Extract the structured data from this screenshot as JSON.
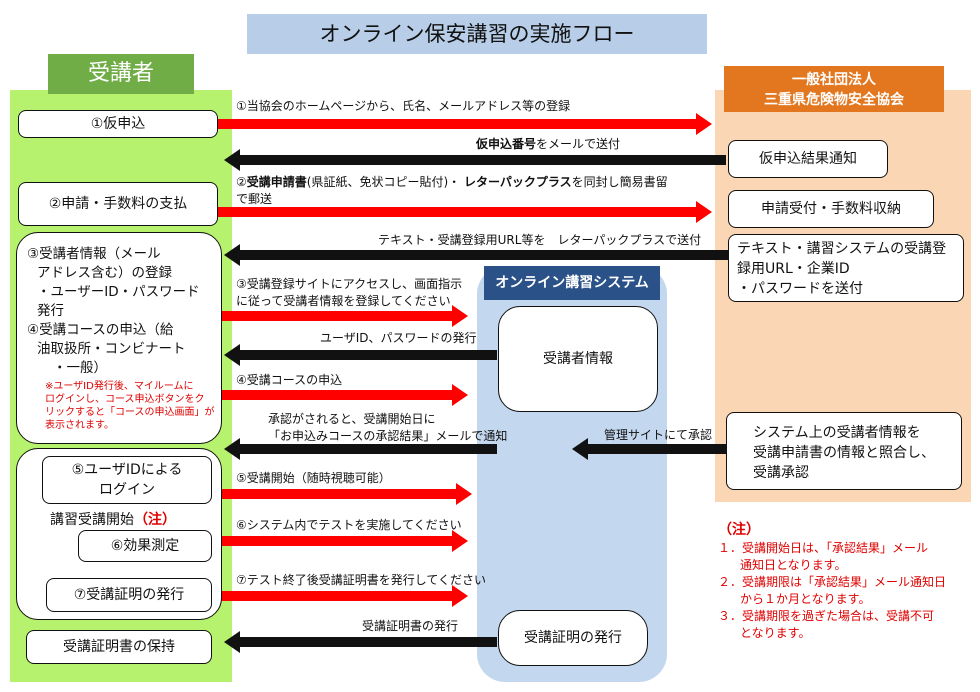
{
  "title": "オンライン保安講習の実施フロー",
  "lanes": {
    "left_header": "受講者",
    "right_header_line1": "一般社団法人",
    "right_header_line2": "三重県危険物安全協会",
    "middle_header": "オンライン講習システム"
  },
  "left_boxes": {
    "provisional_apply": "①仮申込",
    "apply_pay": "②申請・手数料の支払",
    "reg_line1": "③受講者情報（メール",
    "reg_line2": "アドレス含む）の登録",
    "reg_line3": "・ユーザーID・パスワード",
    "reg_line4": "発行",
    "reg_line5": "④受講コースの申込（給",
    "reg_line6": "油取扱所・コンビナート",
    "reg_line7": "・一般）",
    "reg_note1": "※ユーザID発行後、マイルームに",
    "reg_note2": "ログインし、コース申込ボタンをク",
    "reg_note3": "リックすると「コースの申込画面」が",
    "reg_note4": "表示されます。",
    "login_line1": "⑤ユーザIDによる",
    "login_line2": "ログイン",
    "course_start": "講習受講開始",
    "course_start_note": "（注）",
    "effect_test": "⑥効果測定",
    "cert_issue": "⑦受講証明の発行",
    "cert_keep": "受講証明書の保持"
  },
  "right_boxes": {
    "provisional_result": "仮申込結果通知",
    "accept_fee": "申請受付・手数料収納",
    "send_line1": "テキスト・講習システムの受講登",
    "send_line2": "録用URL・企業ID",
    "send_line3": "・パスワードを送付",
    "approve_line1": "システム上の受講者情報を",
    "approve_line2": "受講申請書の情報と照合し、",
    "approve_line3": "受講承認"
  },
  "middle_boxes": {
    "student_info": "受講者情報",
    "cert_issue": "受講証明の発行"
  },
  "arrow_labels": {
    "a1": "①当協会のホームページから、氏名、メールアドレス等の登録",
    "a2_bold": "仮申込番号",
    "a2_rest": "をメールで送付",
    "a3_pre": "②",
    "a3_bold1": "受講申請書",
    "a3_mid": "(県証紙、免状コピー貼付)・",
    "a3_bold2": "レターパックプラス",
    "a3_post": "を同封し簡易書留",
    "a3_line2": "で郵送",
    "a4": "テキスト・受講登録用URL等を　レターパックプラスで送付",
    "a5_line1": "③受講登録サイトにアクセスし、画面指示",
    "a5_line2": "に従って受講者情報を登録してください",
    "a6": "ユーザID、パスワードの発行",
    "a7": "④受講コースの申込",
    "a8_line1": "承認がされると、受講開始日に",
    "a8_line2": "「お申込みコースの承認結果」メールで通知",
    "a9": "管理サイトにて承認",
    "a10": "⑤受講開始（随時視聴可能）",
    "a11": "⑥システム内でテストを実施してください",
    "a12": "⑦テスト終了後受講証明書を発行してください",
    "a13": "受講証明書の発行"
  },
  "notes": {
    "heading": "（注）",
    "n1_line1": "１．受講開始日は、「承認結果」メール",
    "n1_line2": "通知日となります。",
    "n2_line1": "２．受講期限は「承認結果」メール通知日",
    "n2_line2": "から１か月となります。",
    "n3_line1": "３．受講期限を過ぎた場合は、受講不可",
    "n3_line2": "となります。"
  },
  "colors": {
    "left_lane": "#b6f26d",
    "left_header": "#70ad47",
    "right_lane": "#fbd6b5",
    "right_header": "#e2771f",
    "middle_lane": "#c3d7ee",
    "middle_header": "#2b5288",
    "title_bg": "#b7cde8",
    "arrow_red": "#ff0000",
    "arrow_black": "#111111",
    "note_red": "#e00000"
  }
}
